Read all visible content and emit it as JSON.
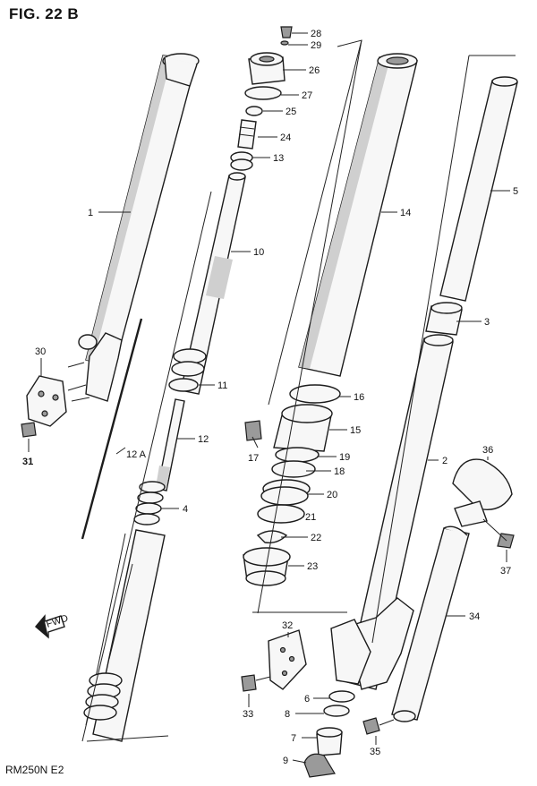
{
  "figure": {
    "title": "FIG. 22 B",
    "model_code": "RM250N E2",
    "fwd_marker": "FWD"
  },
  "callouts": [
    {
      "id": "1",
      "text": "1"
    },
    {
      "id": "2",
      "text": "2"
    },
    {
      "id": "3",
      "text": "3"
    },
    {
      "id": "4",
      "text": "4"
    },
    {
      "id": "5",
      "text": "5"
    },
    {
      "id": "6",
      "text": "6"
    },
    {
      "id": "7",
      "text": "7"
    },
    {
      "id": "8",
      "text": "8"
    },
    {
      "id": "9",
      "text": "9"
    },
    {
      "id": "10",
      "text": "10"
    },
    {
      "id": "11",
      "text": "11"
    },
    {
      "id": "12",
      "text": "12"
    },
    {
      "id": "12A",
      "text": "12 A"
    },
    {
      "id": "13",
      "text": "13"
    },
    {
      "id": "14",
      "text": "14"
    },
    {
      "id": "15",
      "text": "15"
    },
    {
      "id": "16",
      "text": "16"
    },
    {
      "id": "17",
      "text": "17"
    },
    {
      "id": "18",
      "text": "18"
    },
    {
      "id": "19",
      "text": "19"
    },
    {
      "id": "20",
      "text": "20"
    },
    {
      "id": "21",
      "text": "21"
    },
    {
      "id": "22",
      "text": "22"
    },
    {
      "id": "23",
      "text": "23"
    },
    {
      "id": "24",
      "text": "24"
    },
    {
      "id": "25",
      "text": "25"
    },
    {
      "id": "26",
      "text": "26"
    },
    {
      "id": "27",
      "text": "27"
    },
    {
      "id": "28",
      "text": "28"
    },
    {
      "id": "29",
      "text": "29"
    },
    {
      "id": "30",
      "text": "30"
    },
    {
      "id": "31",
      "text": "31"
    },
    {
      "id": "32",
      "text": "32"
    },
    {
      "id": "33",
      "text": "33"
    },
    {
      "id": "34",
      "text": "34"
    },
    {
      "id": "35",
      "text": "35"
    },
    {
      "id": "36",
      "text": "36"
    },
    {
      "id": "37",
      "text": "37"
    }
  ]
}
